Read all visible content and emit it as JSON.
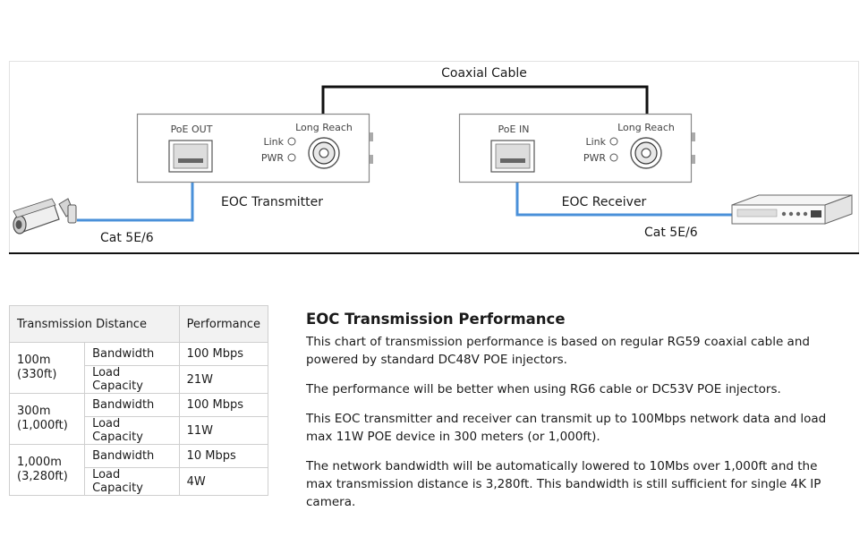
{
  "diagram": {
    "coax_label": "Coaxial Cable",
    "transmitter": {
      "port_label": "PoE OUT",
      "bnc_label": "Long Reach",
      "led_link": "Link",
      "led_pwr": "PWR",
      "name": "EOC Transmitter"
    },
    "receiver": {
      "port_label": "PoE IN",
      "bnc_label": "Long Reach",
      "led_link": "Link",
      "led_pwr": "PWR",
      "name": "EOC Receiver"
    },
    "cable_left": "Cat 5E/6",
    "cable_right": "Cat 5E/6",
    "colors": {
      "ethernet": "#4a90d9",
      "coax": "#111111"
    }
  },
  "table": {
    "headers": [
      "Transmission Distance",
      "Performance"
    ],
    "rows": [
      {
        "distance": "100m",
        "distance_ft": "(330ft)",
        "bandwidth_label": "Bandwidth",
        "bandwidth": "100 Mbps",
        "load_label": "Load Capacity",
        "load": "21W"
      },
      {
        "distance": "300m",
        "distance_ft": "(1,000ft)",
        "bandwidth_label": "Bandwidth",
        "bandwidth": "100 Mbps",
        "load_label": "Load Capacity",
        "load": "11W"
      },
      {
        "distance": "1,000m",
        "distance_ft": "(3,280ft)",
        "bandwidth_label": "Bandwidth",
        "bandwidth": "10 Mbps",
        "load_label": "Load Capacity",
        "load": "4W"
      }
    ]
  },
  "text": {
    "title": "EOC Transmission Performance",
    "paragraphs": [
      "This chart of transmission performance is based on regular RG59 coaxial cable and powered by standard DC48V POE injectors.",
      "The performance will be better when using RG6 cable or DC53V POE injectors.",
      "This EOC transmitter and receiver can transmit up to 100Mbps network data and load max 11W POE device in 300 meters (or 1,000ft).",
      "The network bandwidth will be automatically lowered to 10Mbs over 1,000ft and the max transmission distance is 3,280ft. This bandwidth is still sufficient for single 4K IP camera."
    ]
  }
}
